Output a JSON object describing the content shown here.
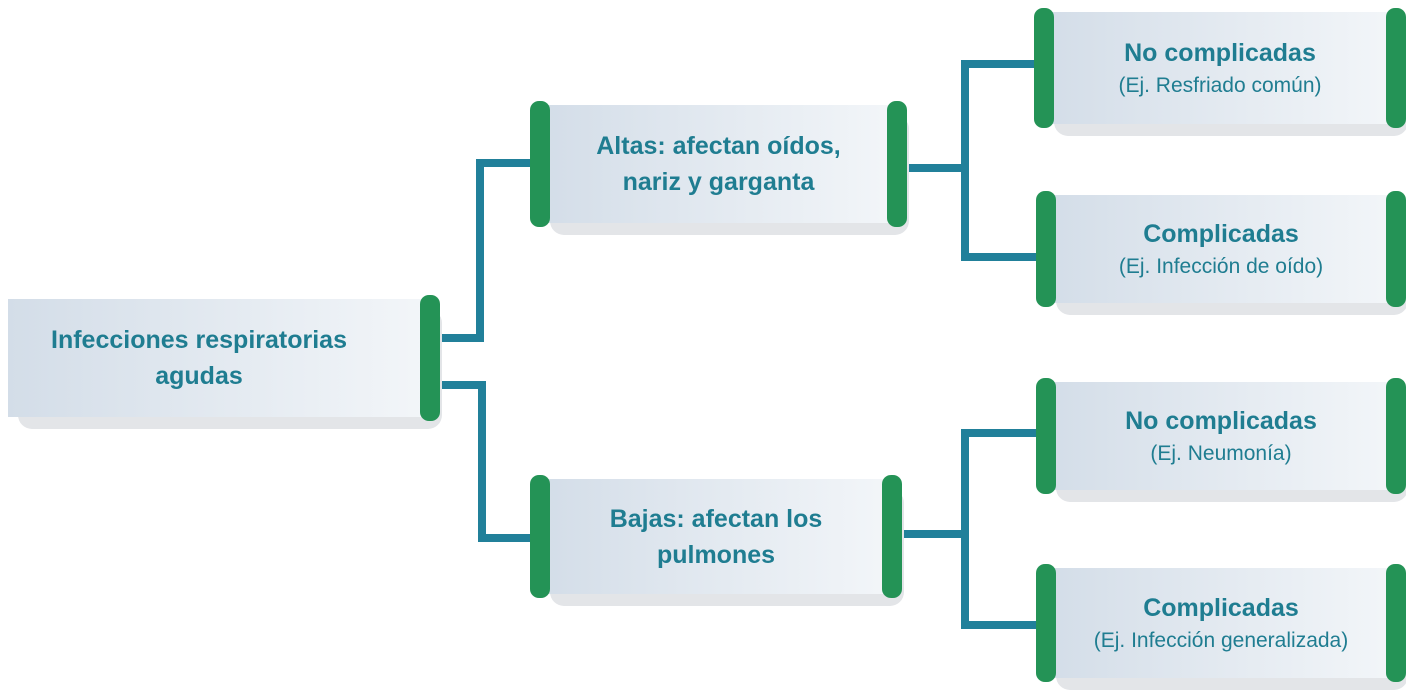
{
  "colors": {
    "accent_text": "#1f7d91",
    "connector": "#21809a",
    "cap": "#249356",
    "box_left": "#d3dde8",
    "box_right": "#f3f6f9"
  },
  "root": {
    "label": "Infecciones respiratorias agudas"
  },
  "altas": {
    "label": "Altas: afectan oídos, nariz y garganta",
    "children": [
      {
        "title": "No complicadas",
        "example": "(Ej. Resfriado común)"
      },
      {
        "title": "Complicadas",
        "example": "(Ej. Infección de oído)"
      }
    ]
  },
  "bajas": {
    "label": "Bajas: afectan los pulmones",
    "children": [
      {
        "title": "No complicadas",
        "example": "(Ej. Neumonía)"
      },
      {
        "title": "Complicadas",
        "example": "(Ej. Infección generalizada)"
      }
    ]
  }
}
